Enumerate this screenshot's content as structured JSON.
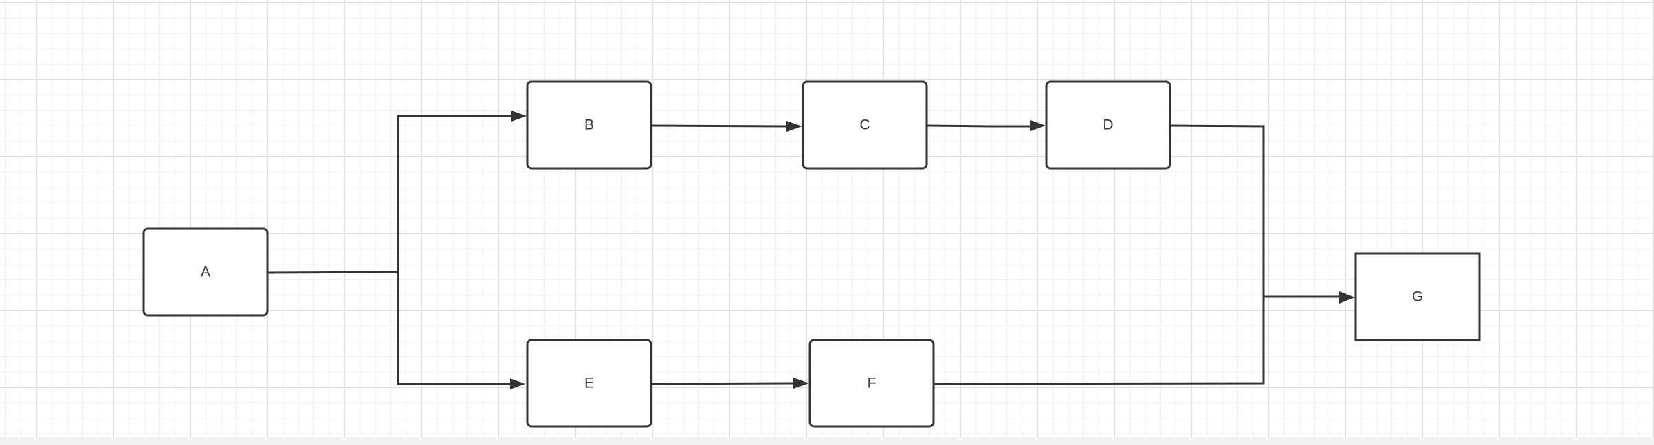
{
  "diagram": {
    "nodes": [
      {
        "id": "A",
        "label": "A"
      },
      {
        "id": "B",
        "label": "B"
      },
      {
        "id": "C",
        "label": "C"
      },
      {
        "id": "D",
        "label": "D"
      },
      {
        "id": "E",
        "label": "E"
      },
      {
        "id": "F",
        "label": "F"
      },
      {
        "id": "G",
        "label": "G"
      }
    ],
    "edges": [
      {
        "from": "A",
        "to": "B"
      },
      {
        "from": "A",
        "to": "E"
      },
      {
        "from": "B",
        "to": "C"
      },
      {
        "from": "C",
        "to": "D"
      },
      {
        "from": "E",
        "to": "F"
      },
      {
        "from": "D",
        "to": "G"
      },
      {
        "from": "F",
        "to": "G"
      }
    ],
    "colors": {
      "stroke": "#333333",
      "background": "#ffffff",
      "grid": "#e6e6e6"
    }
  }
}
